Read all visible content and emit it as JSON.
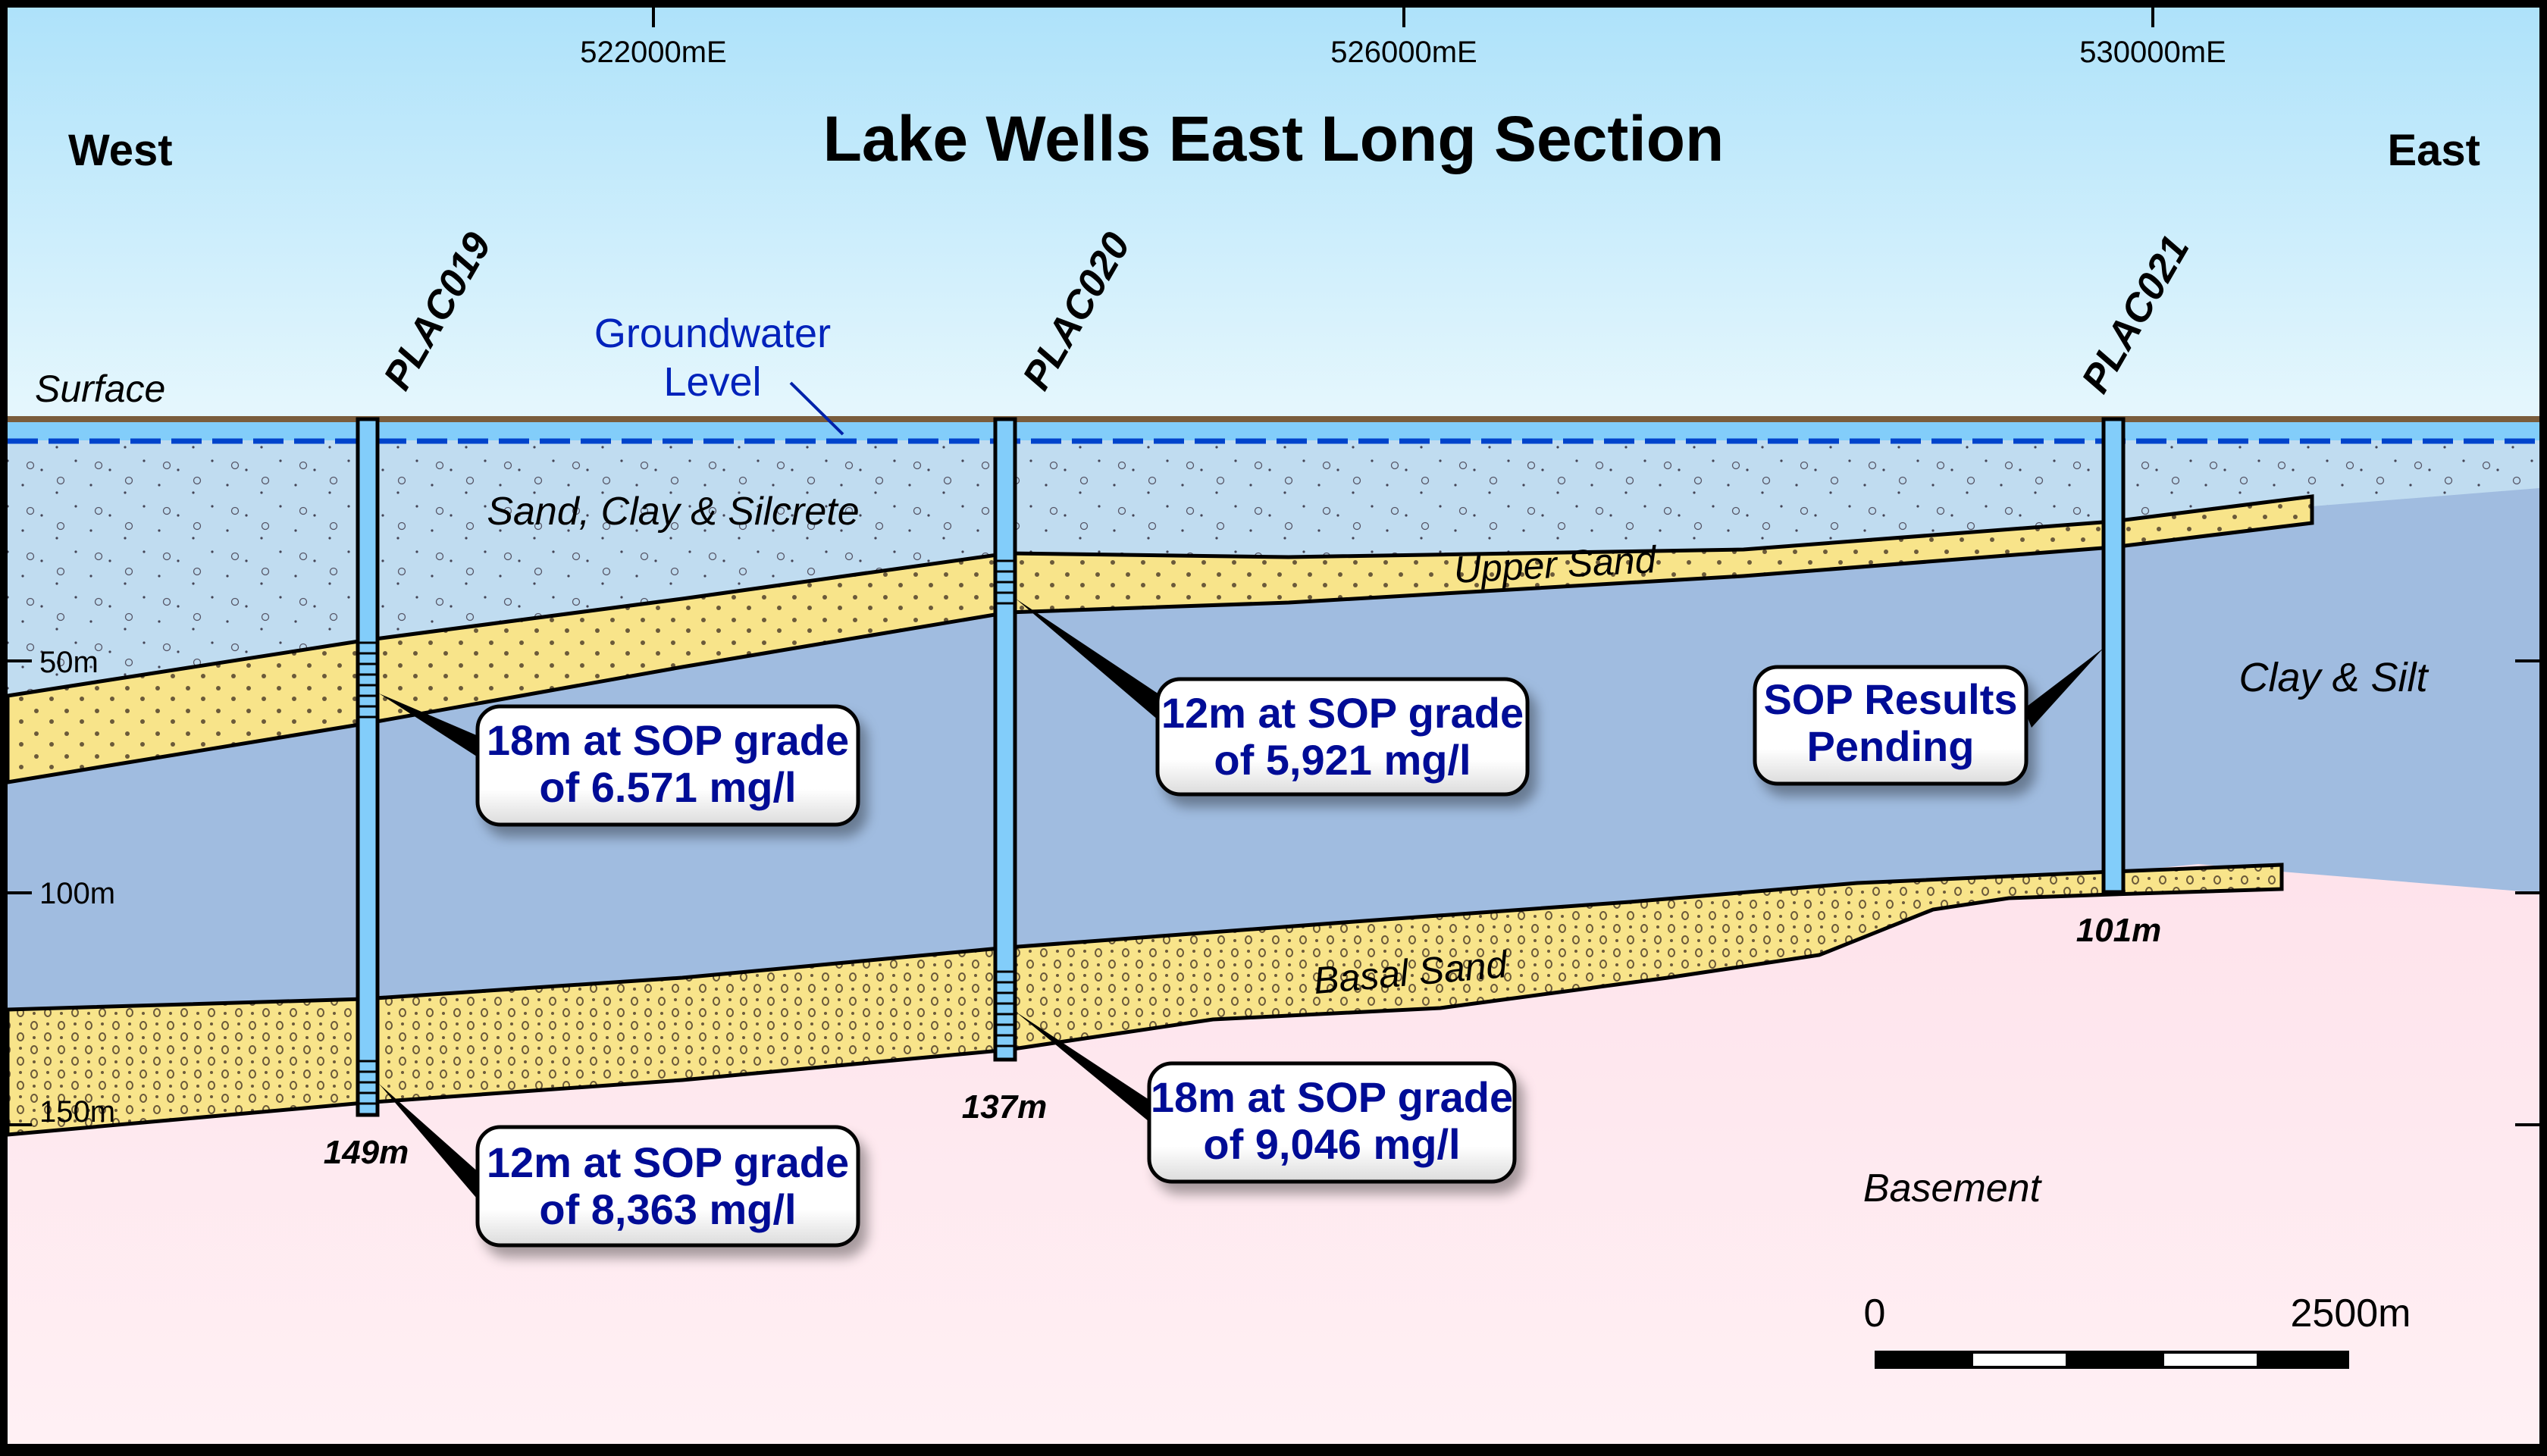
{
  "title": "Lake Wells East Long Section",
  "orientation": {
    "west": "West",
    "east": "East"
  },
  "easting_ticks": [
    {
      "label": "522000mE",
      "easting": 522000
    },
    {
      "label": "526000mE",
      "easting": 526000
    },
    {
      "label": "530000mE",
      "easting": 530000
    }
  ],
  "depth_ticks": [
    {
      "label": "50m",
      "depth": 50
    },
    {
      "label": "100m",
      "depth": 100
    },
    {
      "label": "150m",
      "depth": 150
    }
  ],
  "surface_label": "Surface",
  "groundwater_label_line1": "Groundwater",
  "groundwater_label_line2": "Level",
  "units": {
    "sand_clay_silcrete": "Sand, Clay & Silcrete",
    "upper_sand": "Upper Sand",
    "clay_silt": "Clay & Silt",
    "basal_sand": "Basal Sand",
    "basement": "Basement"
  },
  "drillholes": [
    {
      "id": "PLAC019",
      "depth_label": "149m",
      "depth": 149
    },
    {
      "id": "PLAC020",
      "depth_label": "137m",
      "depth": 137
    },
    {
      "id": "PLAC021",
      "depth_label": "101m",
      "depth": 101
    }
  ],
  "callouts": [
    {
      "hole": "PLAC019",
      "line1": "18m at SOP grade",
      "line2": "of 6.571 mg/l"
    },
    {
      "hole": "PLAC019",
      "line1": "12m at SOP grade",
      "line2": "of 8,363 mg/l"
    },
    {
      "hole": "PLAC020",
      "line1": "12m at SOP grade",
      "line2": "of 5,921 mg/l"
    },
    {
      "hole": "PLAC020",
      "line1": "18m at SOP grade",
      "line2": "of 9,046 mg/l"
    },
    {
      "hole": "PLAC021",
      "line1": "SOP Results",
      "line2": "Pending"
    }
  ],
  "scale_bar": {
    "start_label": "0",
    "end_label": "2500m",
    "length_m": 2500
  },
  "colors": {
    "sky_top": "#aee2fa",
    "sky_bottom": "#e6f7fd",
    "surface_line": "#7a5c3c",
    "water_band": "#82cdfa",
    "groundwater_dash": "#0044cc",
    "upper_unit": "#c0dcf0",
    "sand": "#f8e48a",
    "clay": "#a0bce0",
    "basement": "#fde0e8",
    "callout_text": "#000c96",
    "hole_fill": "#82cdfa"
  }
}
